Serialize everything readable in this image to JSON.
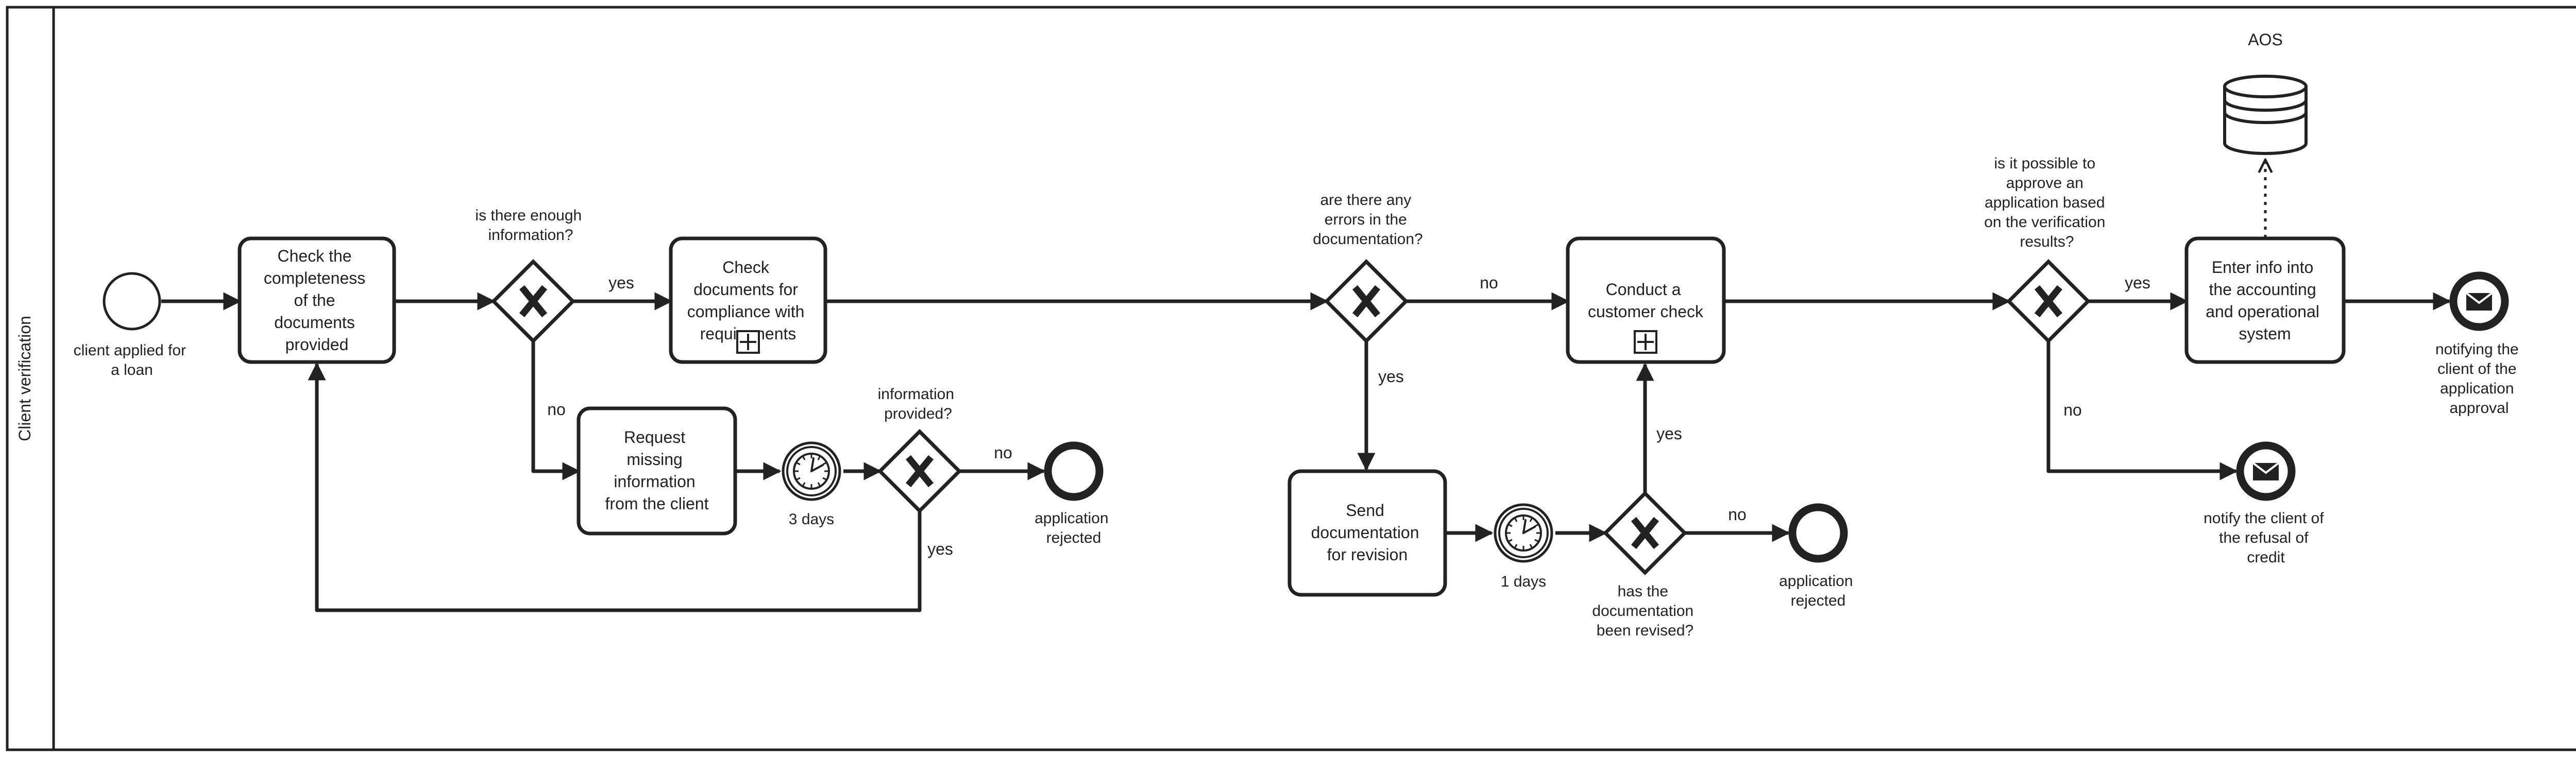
{
  "pool": {
    "label": "Client verification"
  },
  "events": {
    "start": {
      "label": [
        "client applied for",
        "a loan"
      ]
    },
    "rejected_1": {
      "label": [
        "application",
        "rejected"
      ]
    },
    "rejected_2": {
      "label": [
        "application",
        "rejected"
      ]
    },
    "refusal": {
      "label": [
        "notify the client of",
        "the refusal of",
        "credit"
      ]
    },
    "approval": {
      "label": [
        "notifying the",
        "client of the",
        "application",
        "approval"
      ]
    }
  },
  "timers": {
    "t1": {
      "label": "3 days"
    },
    "t2": {
      "label": "1 days"
    }
  },
  "tasks": {
    "check_completeness": {
      "label": [
        "Check the",
        "completeness",
        "of the",
        "documents",
        "provided"
      ]
    },
    "check_compliance": {
      "label": [
        "Check",
        "documents for",
        "compliance with",
        "requirements"
      ]
    },
    "request_missing": {
      "label": [
        "Request",
        "missing",
        "information",
        "from the client"
      ]
    },
    "send_revision": {
      "label": [
        "Send",
        "documentation",
        "for revision"
      ]
    },
    "customer_check": {
      "label": [
        "Conduct a",
        "customer check"
      ]
    },
    "enter_info": {
      "label": [
        "Enter info into",
        "the accounting",
        "and operational",
        "system"
      ]
    }
  },
  "gateways": {
    "g1": {
      "label": [
        "is there enough",
        "information?"
      ]
    },
    "g2": {
      "label": [
        "information",
        "provided?"
      ]
    },
    "g3": {
      "label": [
        "are there any",
        "errors in the",
        "documentation?"
      ]
    },
    "g4": {
      "label": [
        "has the",
        "documentation",
        "been revised?"
      ]
    },
    "g5": {
      "label": [
        "is it possible to",
        "approve an",
        "application based",
        "on the verification",
        "results?"
      ]
    }
  },
  "flows": {
    "g1_yes": "yes",
    "g1_no": "no",
    "g2_no": "no",
    "g2_yes": "yes",
    "g3_no": "no",
    "g3_yes": "yes",
    "g4_yes": "yes",
    "g4_no": "no",
    "g5_yes": "yes",
    "g5_no": "no"
  },
  "datastore": {
    "label": "AOS"
  },
  "colors": {
    "stroke": "#222222",
    "background": "#ffffff"
  },
  "icons": {
    "gateway": "x-icon",
    "timer": "clock-icon",
    "message": "envelope-icon",
    "subprocess": "plus-square-icon",
    "datastore": "database-icon"
  }
}
